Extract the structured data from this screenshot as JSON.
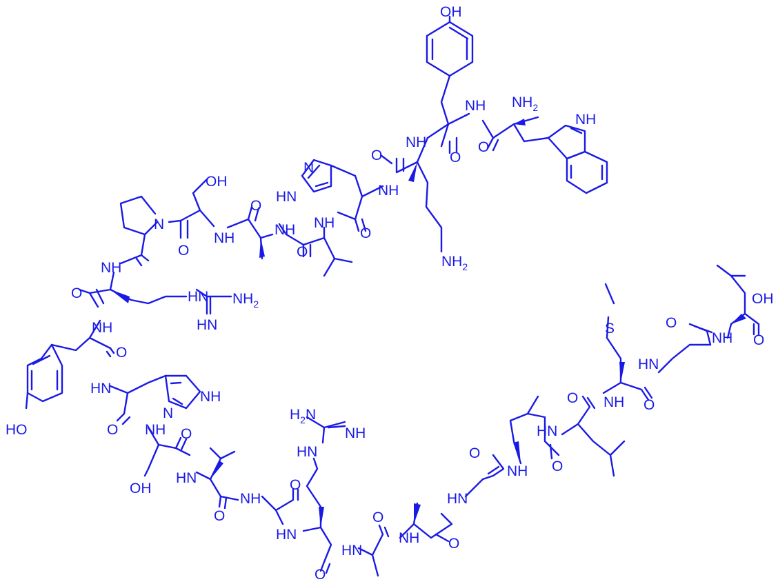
{
  "diagram": {
    "colors": {
      "structure": "#1a1ae6",
      "background": "#ffffff"
    },
    "labels": {
      "oh_tyr1": "OH",
      "nh2_trp": "NH",
      "nh2_trp_sub": "2",
      "nh_indole": "NH",
      "nh_tyr_trp": "NH",
      "nh_lys_tyr": "NH",
      "o_trp": "O",
      "o_tyr1": "O",
      "o_lys": "O",
      "nh_his_lys": "NH",
      "n_his1": "N",
      "hn_his1": "HN",
      "nh2_lys": "NH",
      "nh2_lys_sub": "2",
      "oh_ser": "OH",
      "o_ala1": "O",
      "nh_ala_ser": "NH",
      "nh_val_ala": "NH",
      "nh_his_val": "NH",
      "o_his1": "O",
      "n_pro": "N",
      "o_ser": "O",
      "o_val1": "O",
      "nh_pro_arg": "NH",
      "o_arg1": "O",
      "nh_guan1": "HN",
      "nh2_guan1": "NH",
      "nh2_guan1_sub": "2",
      "hn_guan1": "HN",
      "nh_tyr_arg": "NH",
      "o_tyr2": "O",
      "nh_his_tyr": "HN",
      "nh_his2_ring": "NH",
      "n_his2_ring": "N",
      "oh_tyr2": "HO",
      "o_his2": "O",
      "nh_thr_his": "NH",
      "o_thr": "O",
      "oh_thr": "OH",
      "hn_val_thr": "HN",
      "o_val2": "O",
      "nh_gly_val": "NH",
      "o_gly1": "O",
      "h2n_guan2": "H",
      "h2n_guan2_sub": "2",
      "h2n_guan2_n": "N",
      "nh_guan2": "NH",
      "hn_guan2": "HN",
      "hn_arg_gly": "HN",
      "o_arg2": "O",
      "hn_ala_arg": "HN",
      "o_ala2": "O",
      "hn_ala_ala": "NH",
      "o_ala3": "O",
      "hn_gly_ala": "HN",
      "o_gly2": "O",
      "nh_leu_gly": "NH",
      "o_leu1": "O",
      "hn_leu_leu": "HN",
      "o_leu2": "O",
      "nh_met_leu": "NH",
      "s_met": "S",
      "o_met": "O",
      "hn_gly_met": "HN",
      "o_gly3": "O",
      "nh_leu_gly2": "NH",
      "oh_acid": "OH",
      "o_acid": "O"
    }
  }
}
